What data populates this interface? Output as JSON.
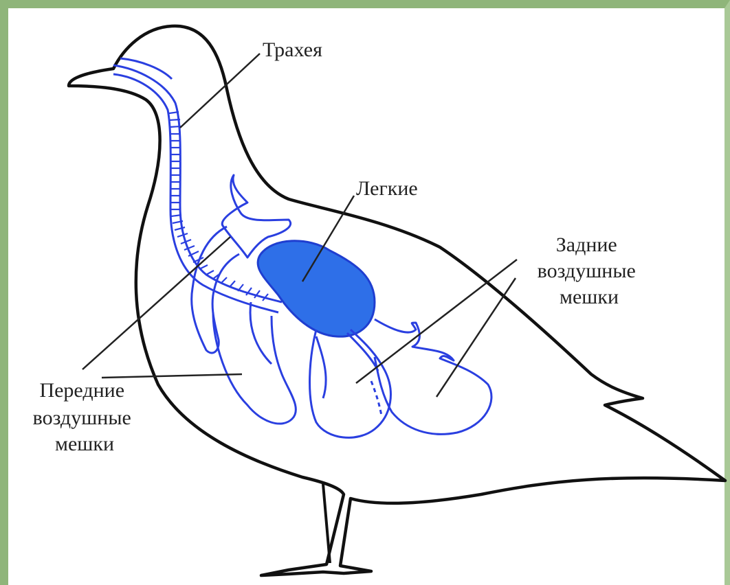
{
  "labels": {
    "trachea": "Трахея",
    "lungs": "Легкие",
    "posterior_sacs": [
      "Задние",
      "воздушные",
      "мешки"
    ],
    "anterior_sacs": [
      "Передние",
      "воздушные",
      "мешки"
    ]
  },
  "colors": {
    "frame": "#8fb57a",
    "outline": "#111111",
    "airways": "#2a3fe0",
    "lung_fill": "#2e6fe8",
    "leader_line": "#222222",
    "text": "#222222"
  }
}
